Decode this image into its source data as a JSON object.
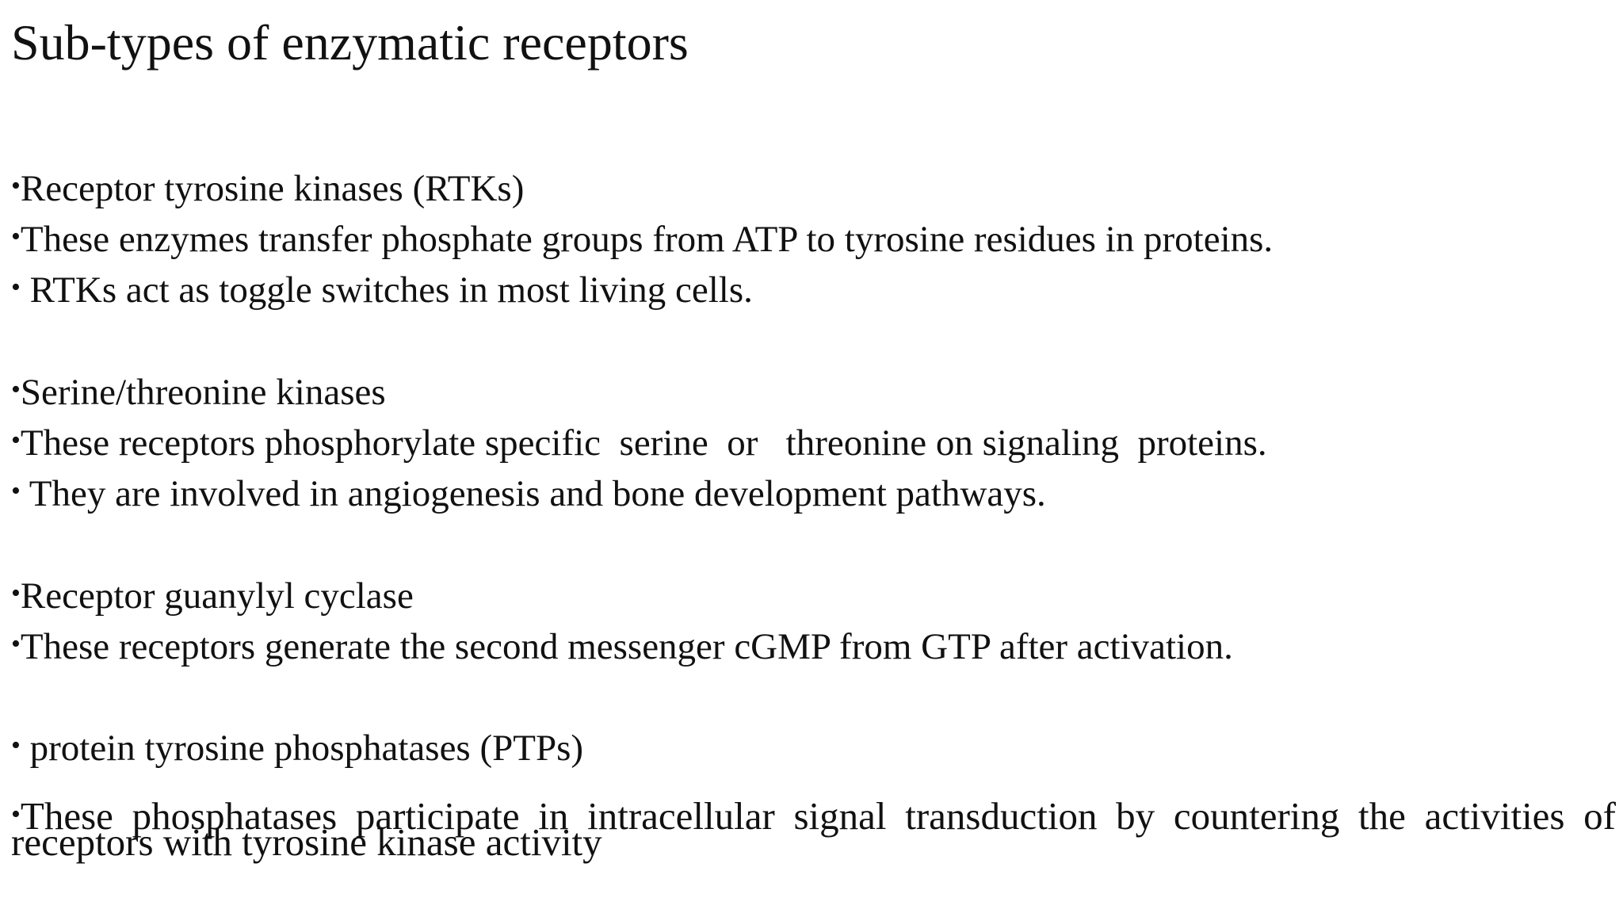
{
  "slide": {
    "title": "Sub-types of enzymatic receptors",
    "bullet_glyph": "•",
    "lines": [
      {
        "text": "Receptor tyrosine kinases (RTKs)"
      },
      {
        "text": "These enzymes transfer phosphate groups from ATP to tyrosine residues in proteins."
      },
      {
        "text": " RTKs act as toggle switches in most living cells."
      },
      {
        "text": "Serine/threonine kinases"
      },
      {
        "text": "These receptors phosphorylate specific  serine  or   threonine on signaling  proteins."
      },
      {
        "text": " They are involved in angiogenesis and bone development pathways."
      },
      {
        "text": "Receptor guanylyl cyclase"
      },
      {
        "text": "These receptors generate the second messenger cGMP from GTP after activation."
      },
      {
        "text": " protein tyrosine phosphatases (PTPs)"
      },
      {
        "text": "These phosphatases participate in intracellular signal transduction by countering the activities of receptors with tyrosine kinase activity"
      }
    ]
  }
}
